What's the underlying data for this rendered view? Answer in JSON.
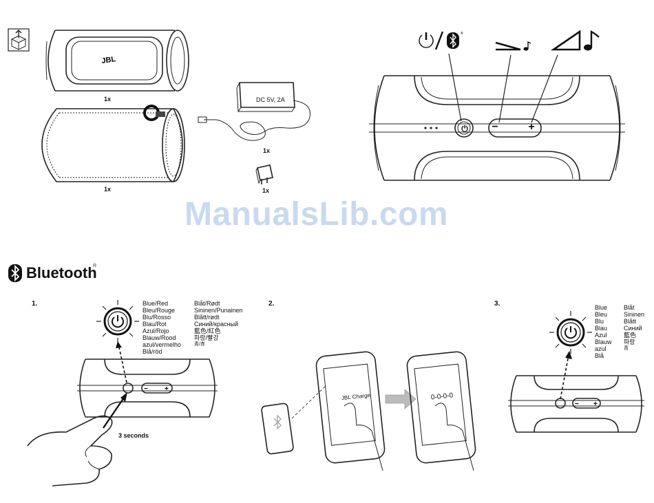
{
  "box_contents": {
    "speaker_qty": "1x",
    "sleeve_qty": "1x",
    "charger_qty": "1x",
    "charger_label": "DC 5V, 2A",
    "plug_qty": "1x"
  },
  "watermark": "ManualsLib.com",
  "bluetooth_title": "Bluetooth",
  "bluetooth_reg": "®",
  "step1": {
    "number": "1.",
    "duration": "3 seconds",
    "colors_col1": [
      "Blue/Red",
      "Bleu/Rouge",
      "Blu/Rosso",
      "Blau/Rot",
      "Azul/Rojo",
      "Blauw/Rood",
      "azul/vermelho",
      "Blå/röd"
    ],
    "colors_col2": [
      "Blåt/Rødt",
      "Sininen/Punainen",
      "Blått/rødt",
      "Синий/красный",
      "藍色/紅色",
      "파랑/빨강",
      "青/赤"
    ]
  },
  "step2": {
    "number": "2.",
    "device_name": "JBL Charge",
    "pin": "0-0-0-0"
  },
  "step3": {
    "number": "3.",
    "colors_col1": [
      "Blue",
      "Bleu",
      "Blu",
      "Blau",
      "Azul",
      "Blauw",
      "azul",
      "Blå"
    ],
    "colors_col2": [
      "Blåt",
      "Sininen",
      "Blått",
      "Синий",
      "藍色",
      "파랑",
      "青"
    ]
  },
  "controls": {
    "minus": "−",
    "plus": "+"
  }
}
